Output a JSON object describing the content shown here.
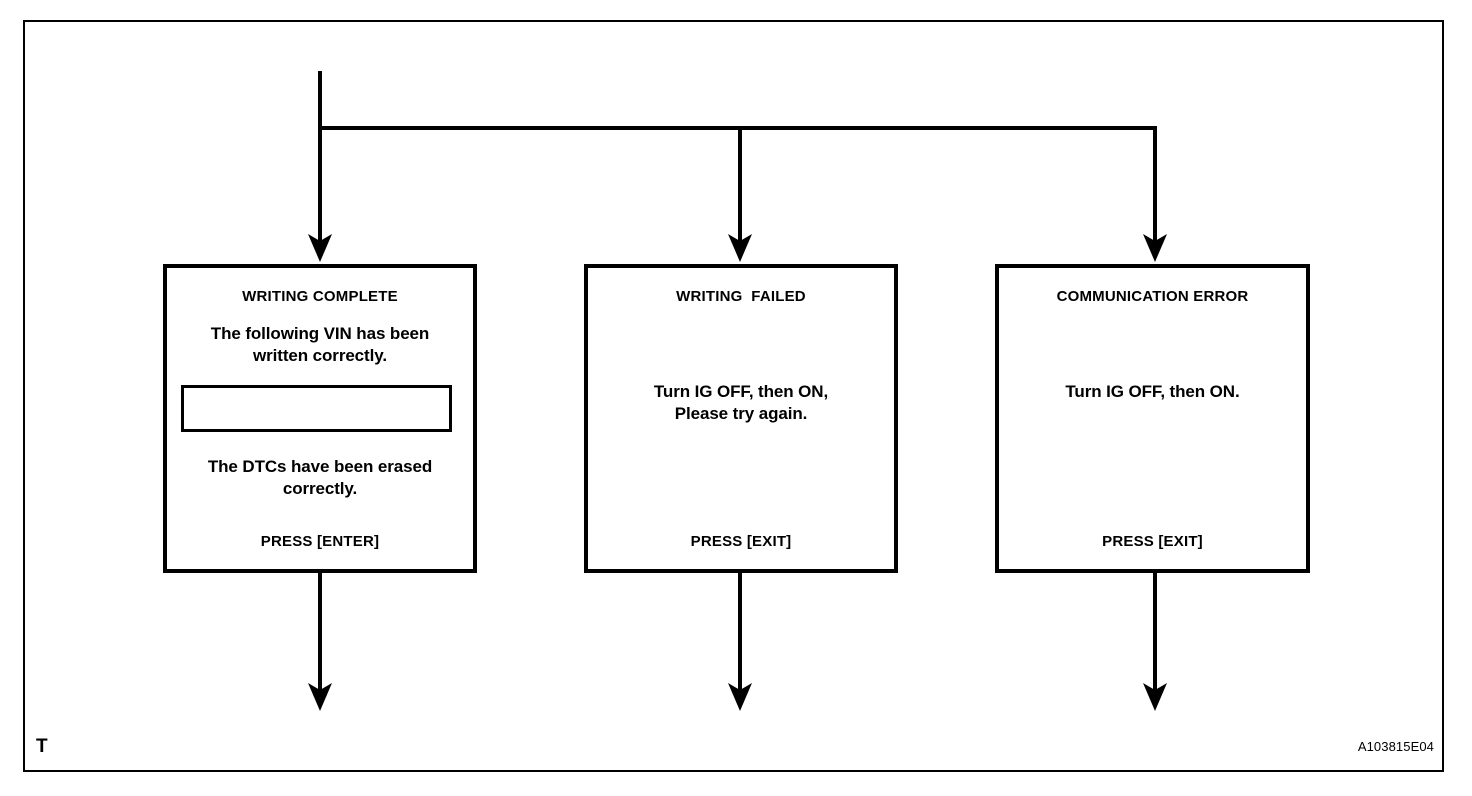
{
  "figure": {
    "page_marker": "T",
    "code": "A103815E04",
    "frame_color": "#000000",
    "background_color": "#ffffff"
  },
  "flow": {
    "description": "Single input branches into three tester result screens, each continuing downward.",
    "branch_count": 3,
    "line_color": "#000000"
  },
  "screens": [
    {
      "id": "writing-complete",
      "title": "WRITING COMPLETE",
      "message_primary": "The following VIN has been\nwritten correctly.",
      "input_value": "",
      "input_placeholder": "",
      "message_secondary": "The DTCs have been erased\ncorrectly.",
      "footer": "PRESS [ENTER]"
    },
    {
      "id": "writing-failed",
      "title": "WRITING  FAILED",
      "message_primary": "Turn IG OFF, then ON,\nPlease try again.",
      "footer": "PRESS [EXIT]"
    },
    {
      "id": "communication-error",
      "title": "COMMUNICATION ERROR",
      "message_primary": "Turn IG OFF, then ON.",
      "footer": "PRESS [EXIT]"
    }
  ]
}
